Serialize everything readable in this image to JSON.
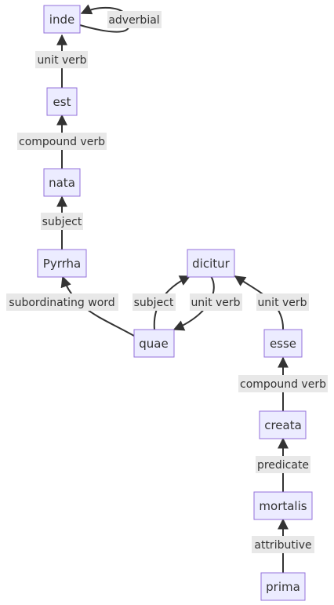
{
  "nodes": {
    "inde": "inde",
    "est": "est",
    "nata": "nata",
    "pyrrha": "Pyrrha",
    "dicitur": "dicitur",
    "quae": "quae",
    "esse": "esse",
    "creata": "creata",
    "mortalis": "mortalis",
    "prima": "prima"
  },
  "edge_labels": {
    "inde_inde": "adverbial",
    "est_inde": "unit verb",
    "nata_est": "compound verb",
    "pyrrha_nata": "subject",
    "quae_pyrrha": "subordinating word",
    "quae_dicitur": "subject",
    "dicitur_quae": "unit verb",
    "esse_dicitur": "unit verb",
    "creata_esse": "compound verb",
    "mortalis_creata": "predicate",
    "prima_mortalis": "attributive"
  },
  "colors": {
    "node_fill": "#ececff",
    "node_border": "#9370db",
    "edge": "#333333",
    "label_bg": "#e8e8e8"
  }
}
